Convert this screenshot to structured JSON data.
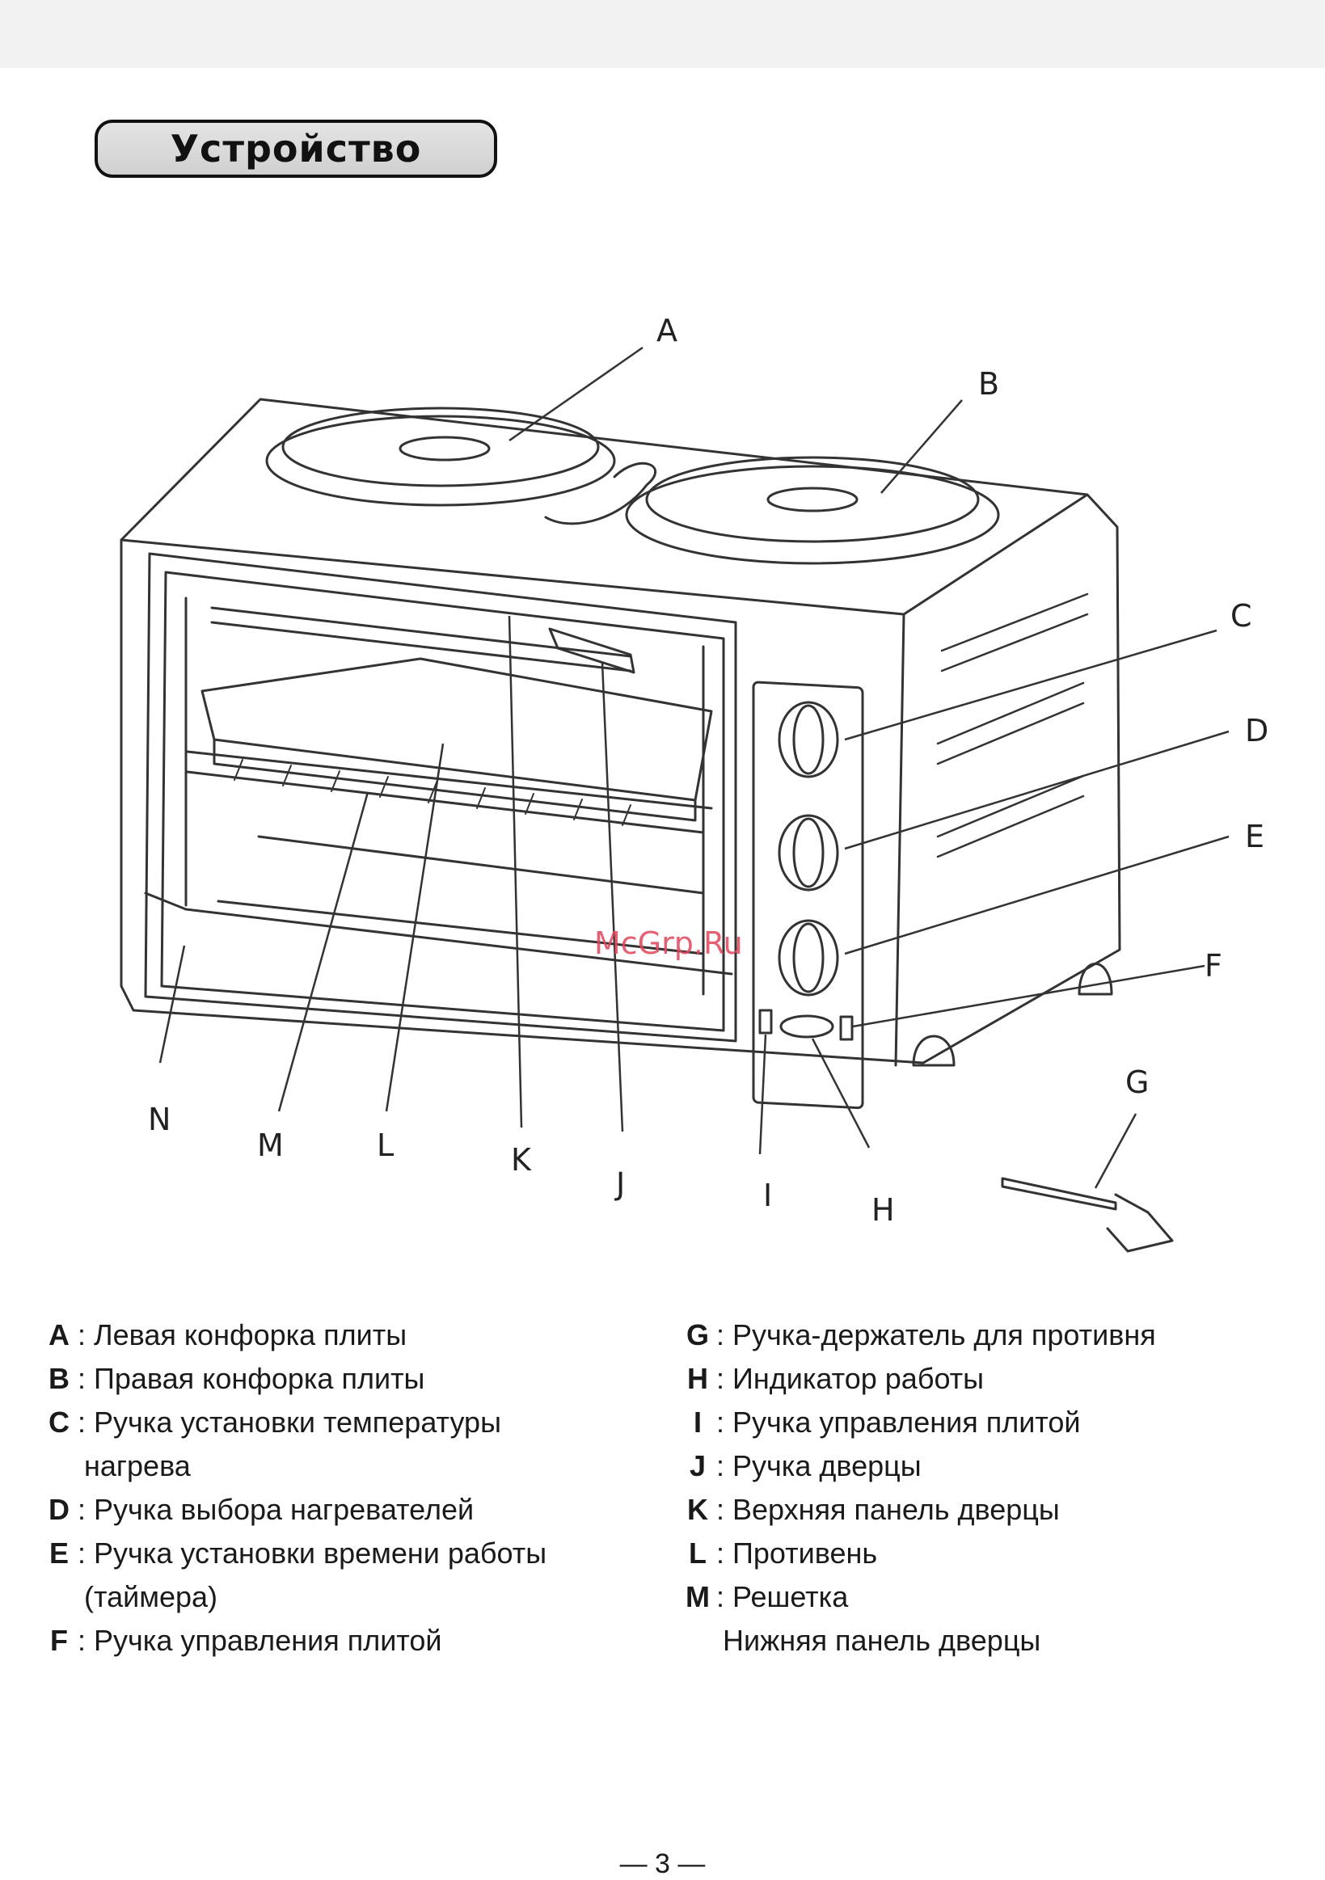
{
  "header": {
    "title": "Устройство"
  },
  "diagram": {
    "labels": [
      "A",
      "B",
      "C",
      "D",
      "E",
      "F",
      "G",
      "H",
      "I",
      "J",
      "K",
      "L",
      "M",
      "N"
    ],
    "watermark": "McGrp.Ru"
  },
  "legend": {
    "left": [
      {
        "key": "A",
        "sep": ":",
        "text": "Левая конфорка плиты"
      },
      {
        "key": "B",
        "sep": ":",
        "text": "Правая конфорка плиты"
      },
      {
        "key": "C",
        "sep": ":",
        "text": "Ручка установки температуры",
        "cont": "нагрева"
      },
      {
        "key": "D",
        "sep": ":",
        "text": "Ручка выбора нагревателей"
      },
      {
        "key": "E",
        "sep": ":",
        "text": "Ручка установки времени работы",
        "cont": "(таймера)"
      },
      {
        "key": "F",
        "sep": ":",
        "text": "Ручка управления плитой"
      }
    ],
    "right": [
      {
        "key": "G",
        "sep": ":",
        "text": "Ручка-держатель для противня"
      },
      {
        "key": "H",
        "sep": ":",
        "text": "Индикатор работы"
      },
      {
        "key": "I",
        "sep": ":",
        "text": "Ручка управления плитой"
      },
      {
        "key": "J",
        "sep": ":",
        "text": "Ручка дверцы"
      },
      {
        "key": "K",
        "sep": ":",
        "text": "Верхняя панель дверцы"
      },
      {
        "key": "L",
        "sep": ":",
        "text": "Противень"
      },
      {
        "key": "M",
        "sep": ":",
        "text": "Решетка",
        "cont": "Нижняя панель дверцы"
      }
    ]
  },
  "footer": {
    "page": "— 3 —"
  }
}
